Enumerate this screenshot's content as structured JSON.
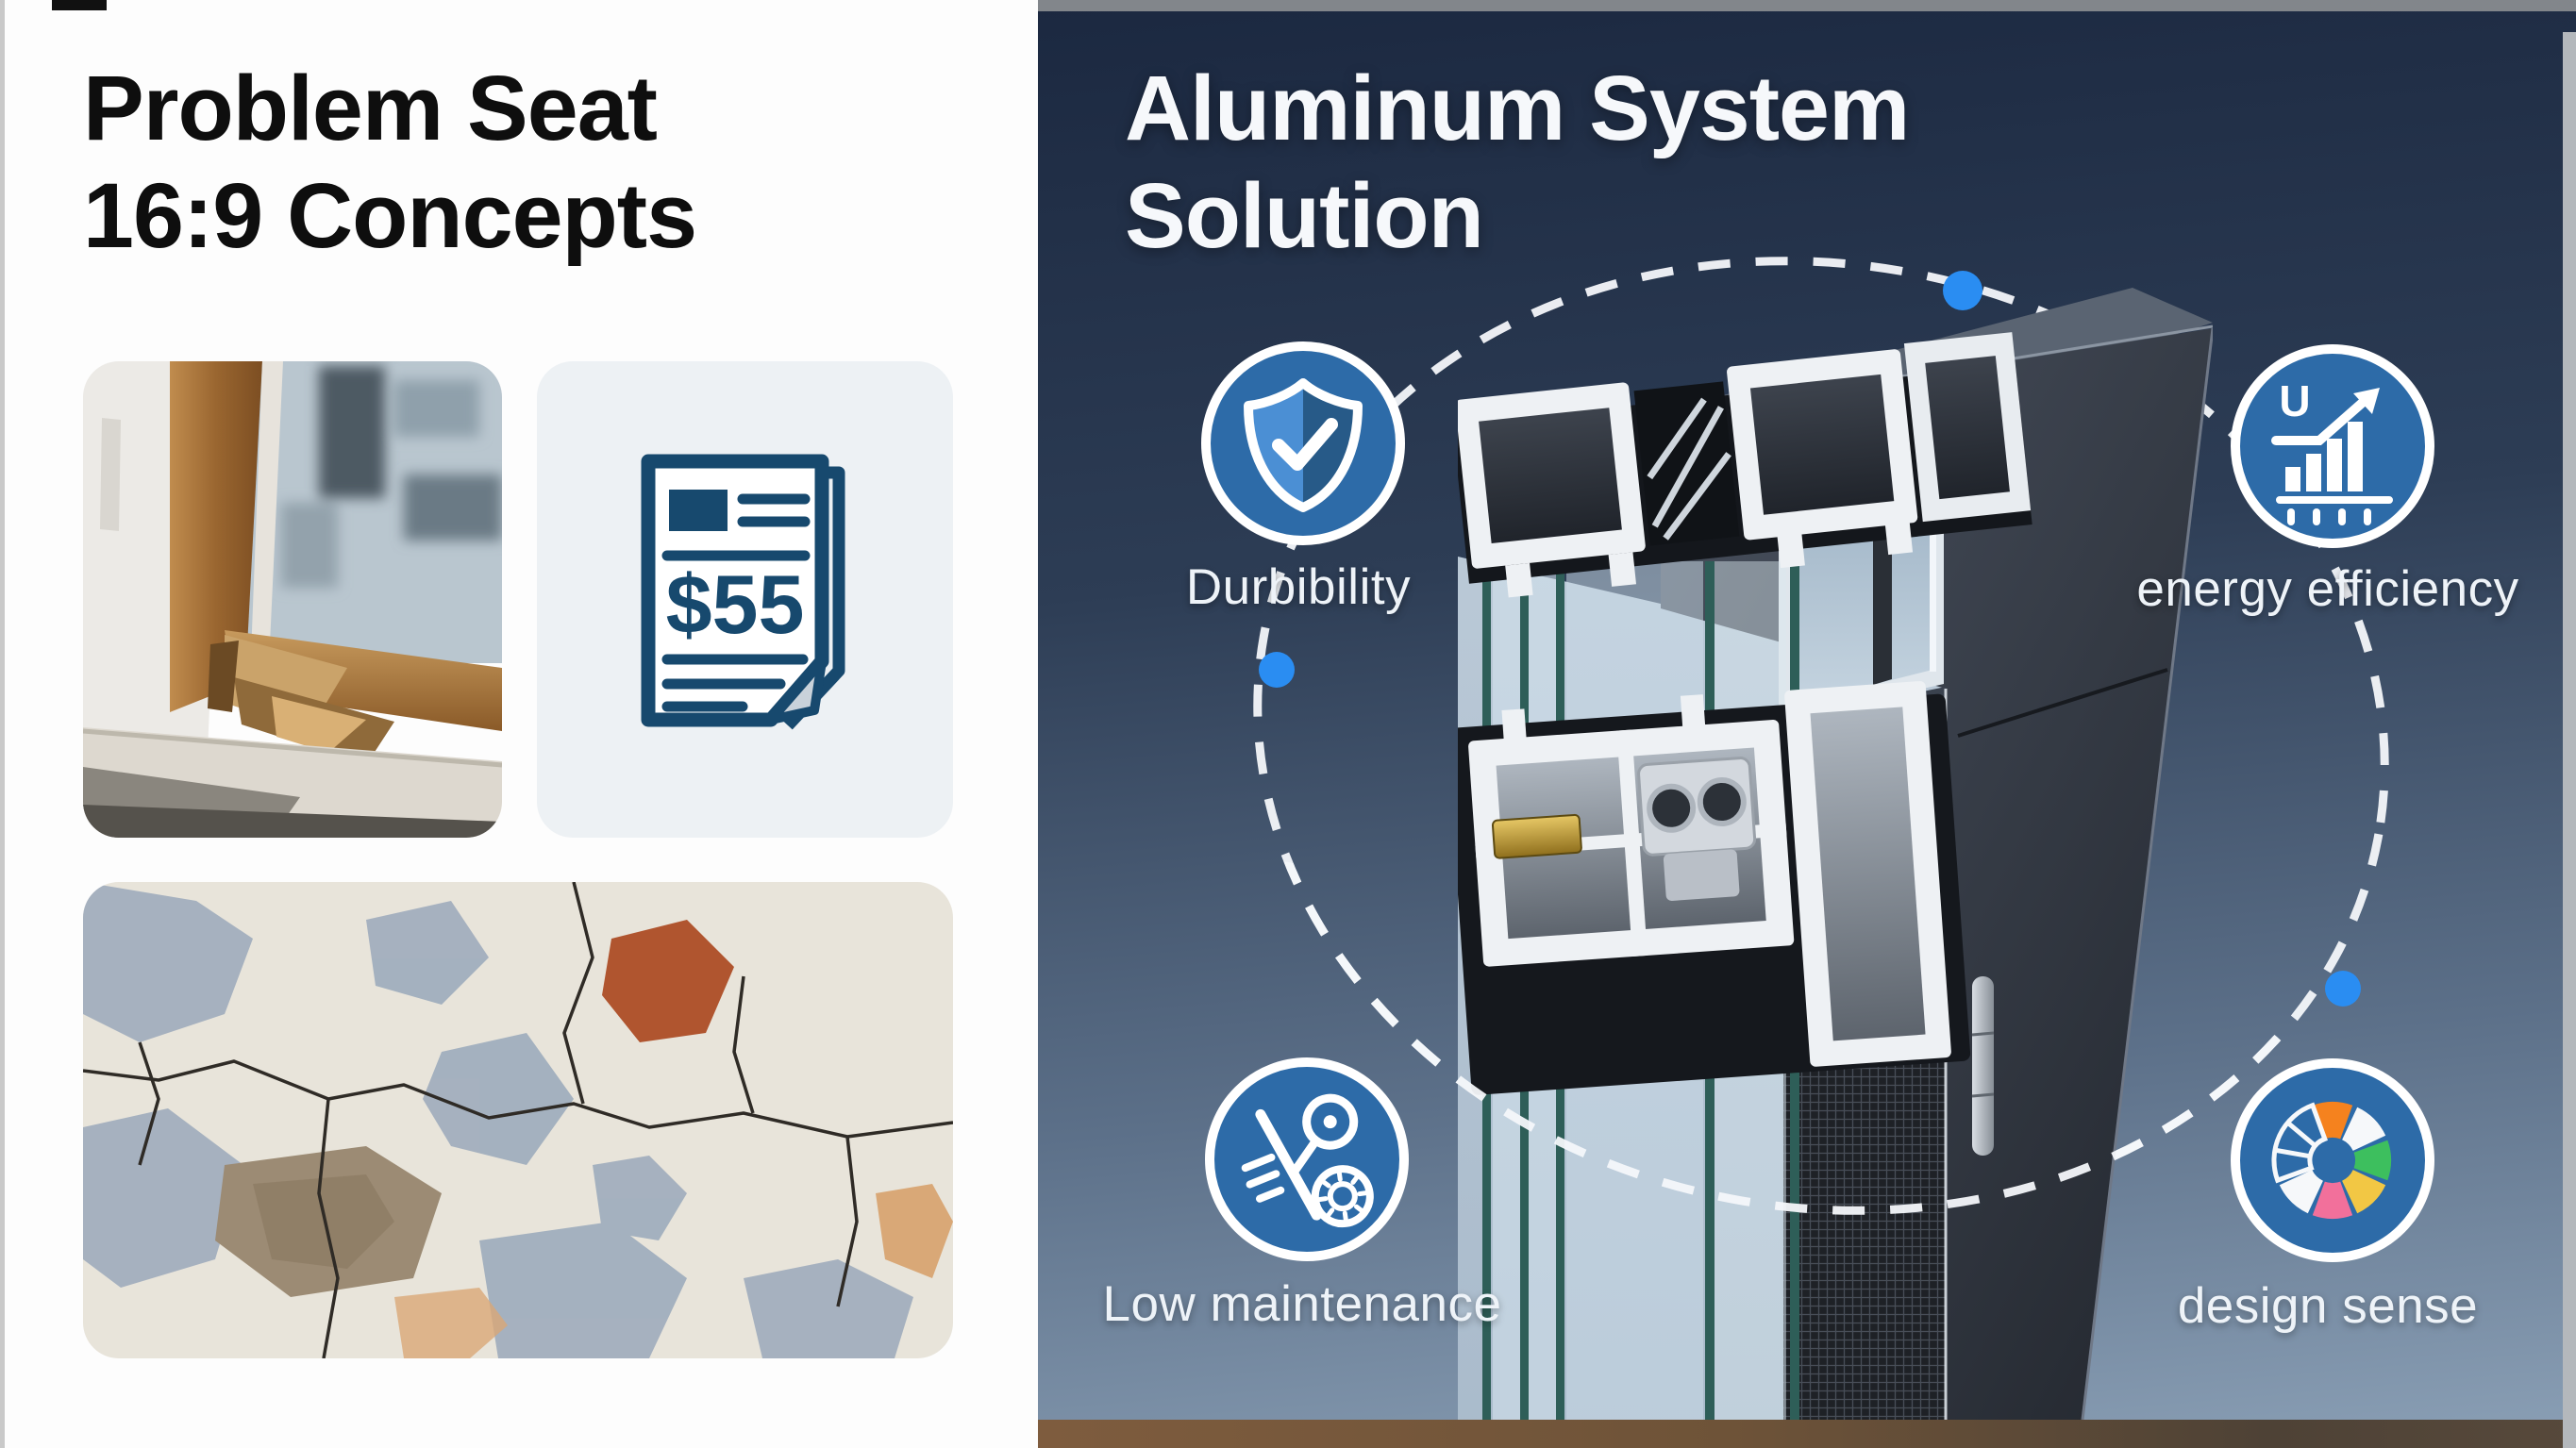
{
  "slide": {
    "left_panel": {
      "title_line1": "Problem Seat",
      "title_line2": "16:9 Concepts",
      "cost_badge": "$55"
    },
    "right_panel": {
      "title_line1": "Aluminum System",
      "title_line2": "Solution",
      "energy_icon_letter": "U",
      "features": [
        {
          "id": "durability",
          "label": "Durbibility",
          "icon": "shield-check-icon"
        },
        {
          "id": "energy-efficiency",
          "label": "energy efficiency",
          "icon": "bar-chart-growth-icon"
        },
        {
          "id": "low-maintenance",
          "label": "Low maintenance",
          "icon": "no-maintenance-icon"
        },
        {
          "id": "design-sense",
          "label": "design sense",
          "icon": "color-wheel-icon"
        }
      ]
    },
    "colors": {
      "accent_blue": "#2a8df2",
      "icon_circle_blue": "#2d6ba8",
      "navy_icon": "#17496e",
      "panel_gradient_top": "#1b2840",
      "panel_gradient_bottom": "#8ba0b6",
      "wheel_orange": "#f5821e",
      "wheel_green": "#3dbf5e",
      "wheel_yellow": "#f2c744",
      "wheel_pink": "#f2709b"
    }
  }
}
